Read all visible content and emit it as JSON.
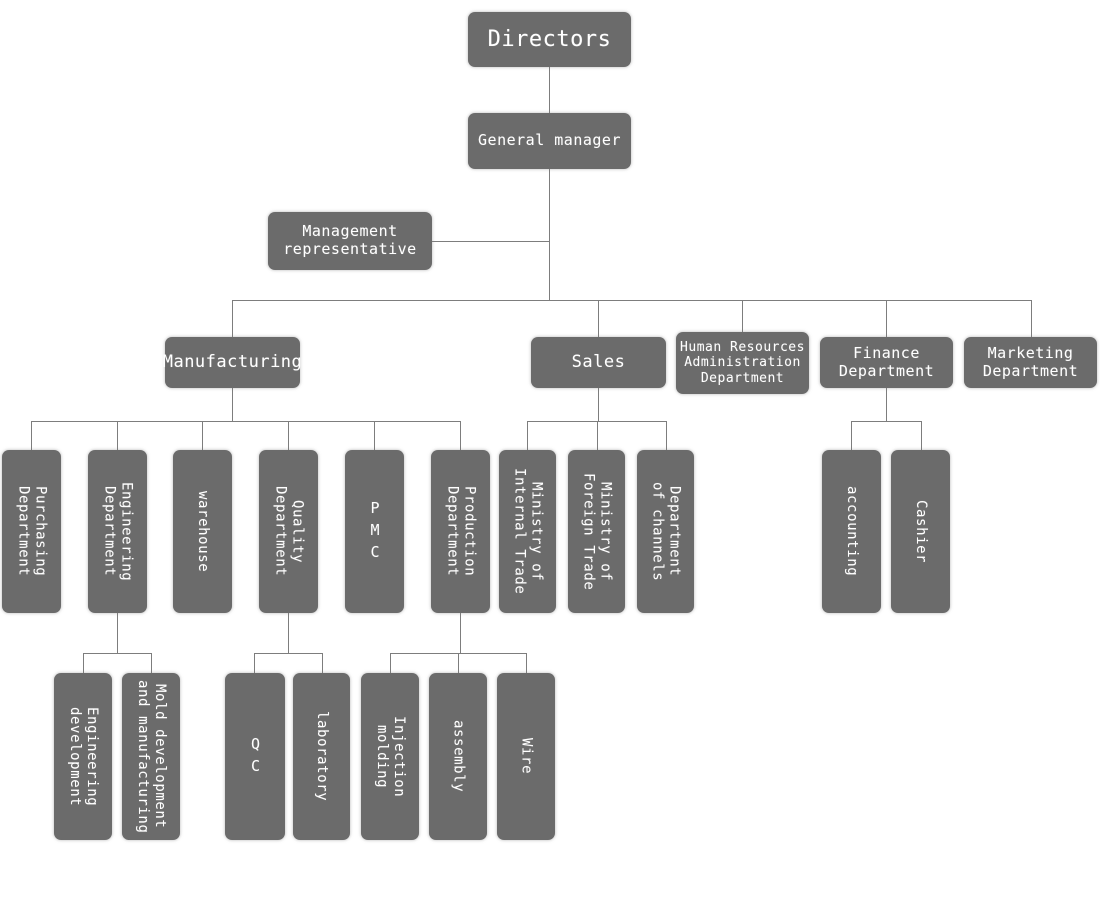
{
  "diagram": {
    "title_node": "Directors",
    "colors": {
      "node_fill": "#6b6b6b",
      "node_text": "#ffffff",
      "connector": "#7d7d7d",
      "background": "#ffffff"
    }
  },
  "nodes": {
    "directors": "Directors",
    "general_manager": "General manager",
    "management_representative": "Management\nrepresentative",
    "manufacturing": "Manufacturing",
    "sales": "Sales",
    "hr_admin": "Human Resources\nAdministration\nDepartment",
    "finance": "Finance\nDepartment",
    "marketing": "Marketing\nDepartment",
    "purchasing": "Purchasing\nDepartment",
    "engineering": "Engineering\nDepartment",
    "warehouse": "warehouse",
    "quality": "Quality\nDepartment",
    "pmc": "PMC",
    "production": "Production\nDepartment",
    "ministry_internal_trade": "Ministry of\nInternal Trade",
    "ministry_foreign_trade": "Ministry of\nForeign Trade",
    "department_of_channels": "Department\nof channels",
    "accounting": "accounting",
    "cashier": "Cashier",
    "engineering_development": "Engineering\ndevelopment",
    "mold_development": "Mold development\nand manufacturing",
    "qc": "QC",
    "laboratory": "laboratory",
    "injection_molding": "Injection\nmolding",
    "assembly": "assembly",
    "wire": "Wire"
  }
}
